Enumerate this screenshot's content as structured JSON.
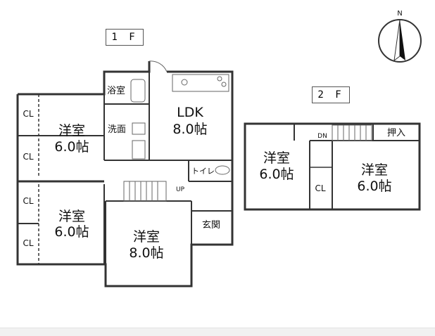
{
  "floors": {
    "first": {
      "label": "1 F"
    },
    "second": {
      "label": "2 F"
    }
  },
  "rooms_1f": {
    "bath": "浴室",
    "wash": "洗面",
    "ldk_name": "LDK",
    "ldk_size": "8.0帖",
    "western_top_name": "洋室",
    "western_top_size": "6.0帖",
    "western_bottom_name": "洋室",
    "western_bottom_size": "6.0帖",
    "western_center_name": "洋室",
    "western_center_size": "8.0帖",
    "toilet": "トイレ",
    "entrance": "玄関",
    "stairs_up": "UP",
    "closet": "CL"
  },
  "rooms_2f": {
    "western_left_name": "洋室",
    "western_left_size": "6.0帖",
    "western_right_name": "洋室",
    "western_right_size": "6.0帖",
    "storage": "押入",
    "closet": "CL",
    "stairs_down": "DN"
  },
  "compass": {
    "north": "N"
  }
}
